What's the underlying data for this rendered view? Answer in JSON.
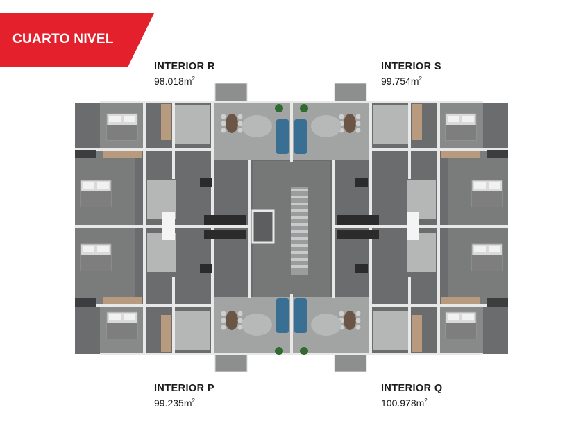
{
  "header": {
    "level_title": "CUARTO NIVEL",
    "banner_color": "#e4202c"
  },
  "units": [
    {
      "id": "R",
      "name": "INTERIOR R",
      "area": "98.018m",
      "unit_sup": "2"
    },
    {
      "id": "S",
      "name": "INTERIOR S",
      "area": "99.754m",
      "unit_sup": "2"
    },
    {
      "id": "P",
      "name": "INTERIOR P",
      "area": "99.235m",
      "unit_sup": "2"
    },
    {
      "id": "Q",
      "name": "INTERIOR Q",
      "area": "100.978m",
      "unit_sup": "2"
    }
  ],
  "colors": {
    "floor_dark": "#5d5f60",
    "floor_mid": "#8a8c8c",
    "wall": "#e9e9e9",
    "wood": "#b89a7e",
    "sofa": "#3a6f94",
    "plant": "#2f6b2f"
  }
}
